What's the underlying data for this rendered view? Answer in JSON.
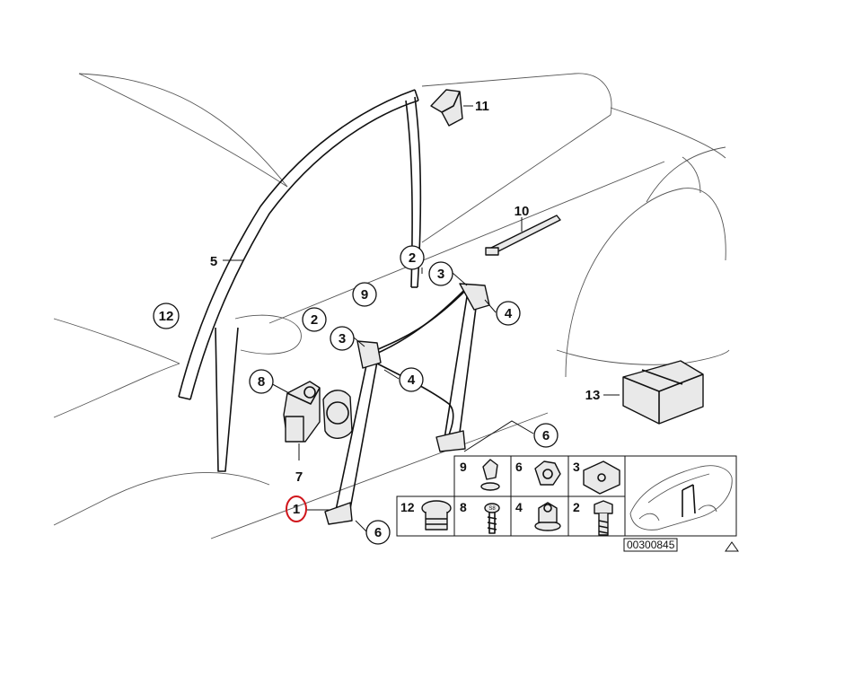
{
  "callouts": {
    "c1": "1",
    "c2a": "2",
    "c2b": "2",
    "c3a": "3",
    "c3b": "3",
    "c4a": "4",
    "c4b": "4",
    "c5": "5",
    "c6a": "6",
    "c6b": "6",
    "c7": "7",
    "c8": "8",
    "c9": "9",
    "c10": "10",
    "c11": "11",
    "c12": "12",
    "c13": "13"
  },
  "parts_grid": {
    "top_row": [
      "9",
      "6",
      "3"
    ],
    "bottom_row": [
      "12",
      "8",
      "4",
      "2"
    ],
    "screw_marking": "S8"
  },
  "reference_number": "00300845",
  "colors": {
    "highlight": "#d0141a",
    "line": "#111111"
  }
}
